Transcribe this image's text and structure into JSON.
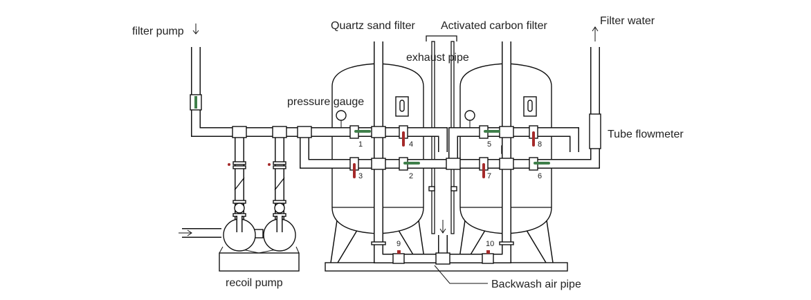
{
  "labels": {
    "filter_pump": "filter pump",
    "quartz_sand_filter": "Quartz sand filter",
    "activated_carbon_filter": "Activated carbon filter",
    "filter_water": "Filter water",
    "exhaust_pipe": "exhaust pipe",
    "pressure_gauge": "pressure gauge",
    "tube_flowmeter": "Tube flowmeter",
    "recoil_pump": "recoil pump",
    "backwash_air_pipe": "Backwash air pipe"
  },
  "valves": [
    "1",
    "2",
    "3",
    "4",
    "5",
    "6",
    "7",
    "8",
    "9",
    "10"
  ],
  "colors": {
    "open_valve": "#3f7f4a",
    "closed_valve": "#a52a2a",
    "line": "#111111"
  }
}
